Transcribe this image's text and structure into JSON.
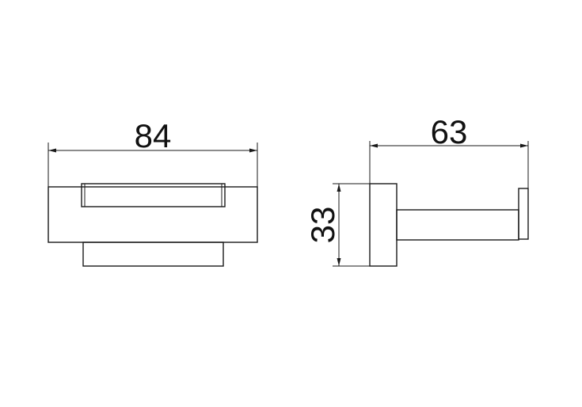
{
  "dimensions": {
    "front_width": "84",
    "side_depth": "63",
    "side_height": "33"
  },
  "colors": {
    "line": "#1a1a1a",
    "background": "#ffffff"
  }
}
